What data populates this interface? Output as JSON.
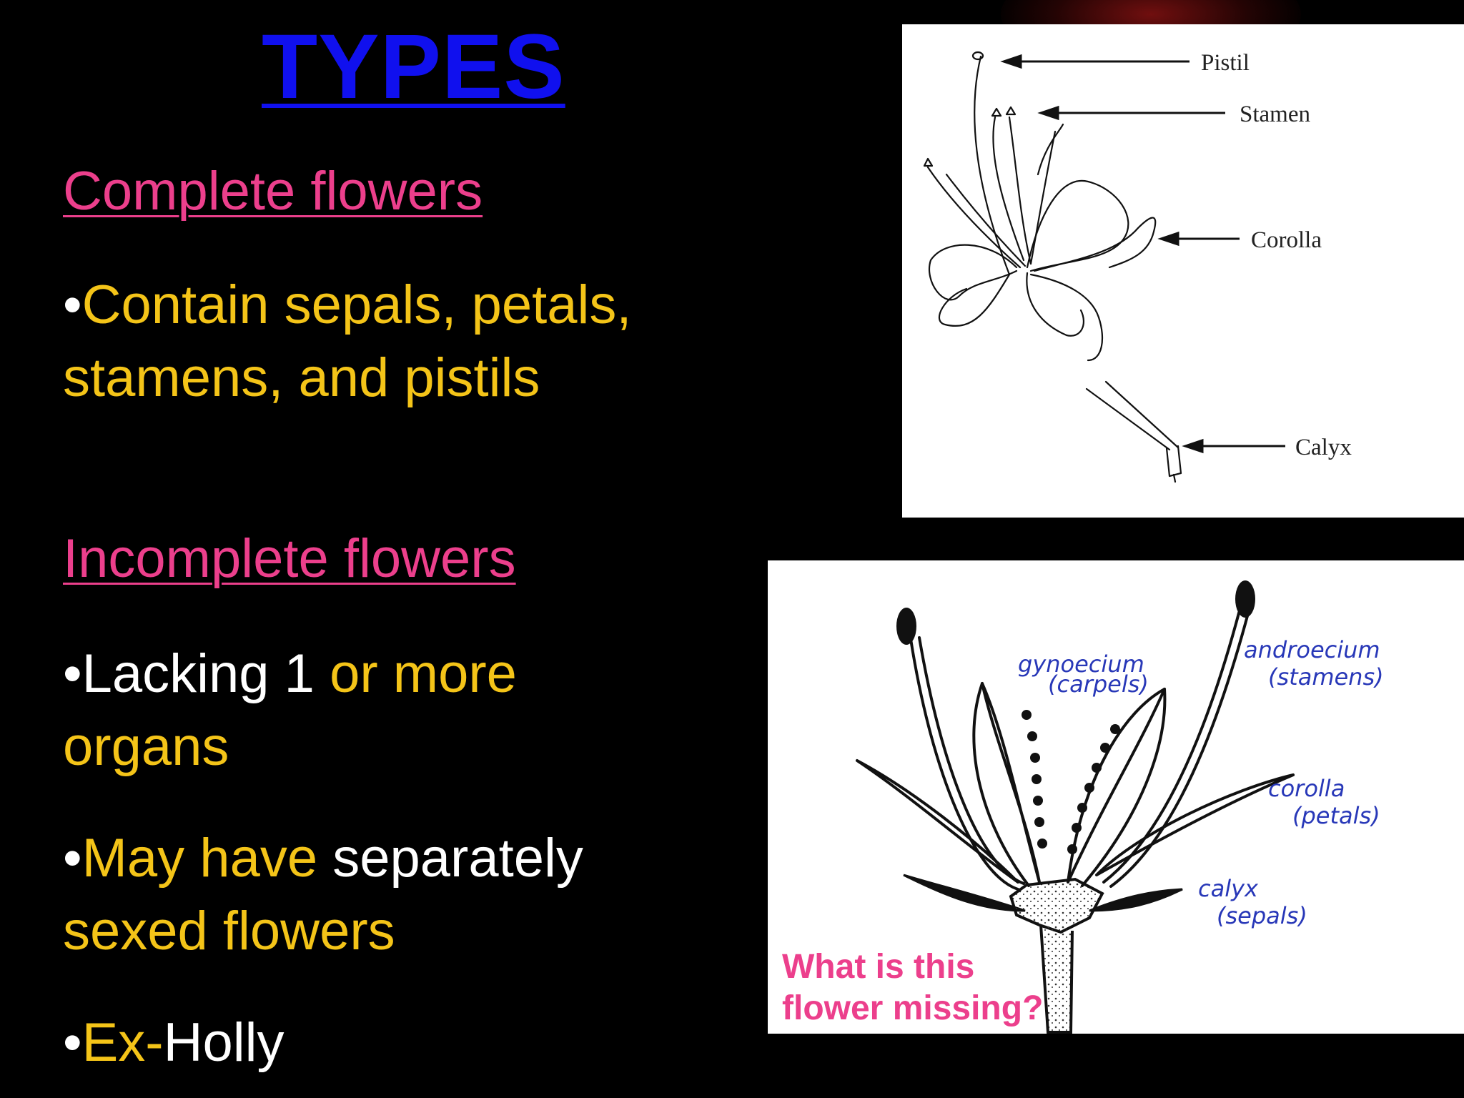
{
  "slide": {
    "title": "TYPES",
    "complete": {
      "heading": "Complete flowers",
      "bullet": "•",
      "line1": "Contain sepals, petals,",
      "line2": "stamens, and pistils"
    },
    "incomplete": {
      "heading": "Incomplete flowers",
      "b1_part1": "Lacking 1",
      "b1_part2": " or more",
      "b1_line2": "organs",
      "b2_part1": "May have",
      "b2_part2": " separately",
      "b2_line2": "sexed flowers",
      "b3_part1": "Ex-",
      "b3_part2": "Holly"
    }
  },
  "diagram1": {
    "labels": {
      "pistil": "Pistil",
      "stamen": "Stamen",
      "corolla": "Corolla",
      "calyx": "Calyx"
    }
  },
  "diagram2": {
    "labels": {
      "gynoecium": "gynoecium",
      "carpels": "(carpels)",
      "androecium": "androecium",
      "stamens": "(stamens)",
      "corolla": "corolla",
      "petals": "(petals)",
      "calyx": "calyx",
      "sepals": "(sepals)"
    },
    "question_line1": "What is this",
    "question_line2": "flower missing?"
  },
  "colors": {
    "background": "#000000",
    "title": "#1010ee",
    "heading": "#ec3f8c",
    "text_yellow": "#f4c418",
    "text_white": "#ffffff"
  }
}
